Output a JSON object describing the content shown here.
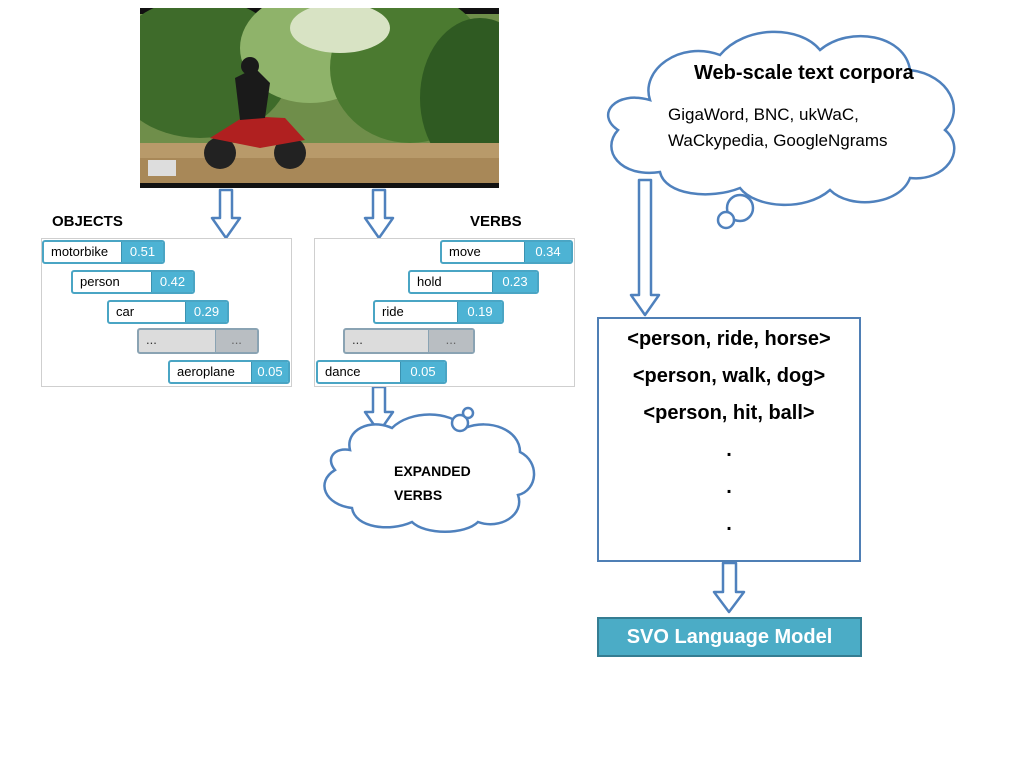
{
  "objects": {
    "heading": "OBJECTS",
    "items": [
      {
        "label": "motorbike",
        "score": "0.51"
      },
      {
        "label": "person",
        "score": "0.42"
      },
      {
        "label": "car",
        "score": "0.29"
      },
      {
        "label": "...",
        "score": "..."
      },
      {
        "label": "aeroplane",
        "score": "0.05"
      }
    ]
  },
  "verbs": {
    "heading": "VERBS",
    "items": [
      {
        "label": "move",
        "score": "0.34"
      },
      {
        "label": "hold",
        "score": "0.23"
      },
      {
        "label": "ride",
        "score": "0.19"
      },
      {
        "label": "...",
        "score": "..."
      },
      {
        "label": "dance",
        "score": "0.05"
      }
    ]
  },
  "expanded": {
    "line1": "EXPANDED",
    "line2": "VERBS"
  },
  "corpora": {
    "title": "Web-scale text corpora",
    "line1": "GigaWord, BNC, ukWaC,",
    "line2": "WaCkypedia, GoogleNgrams"
  },
  "svo": {
    "triples": [
      "<person, ride, horse>",
      "<person, walk, dog>",
      "<person, hit, ball>"
    ],
    "dots": [
      ".",
      ".",
      "."
    ]
  },
  "model": {
    "label": "SVO Language Model"
  },
  "colors": {
    "arrow": "#4f81bd",
    "score_fill": "#4db3d4",
    "model_fill": "#4bacc6"
  }
}
